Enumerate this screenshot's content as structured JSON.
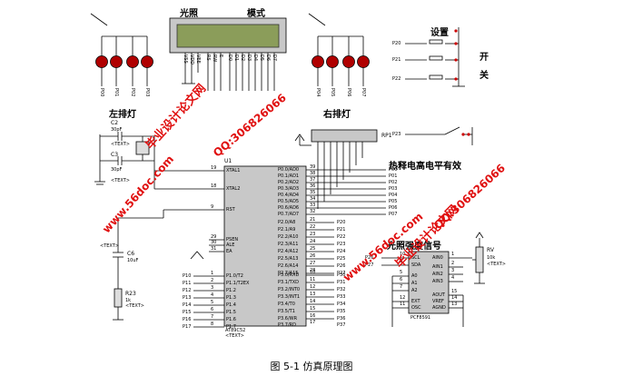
{
  "titles": {
    "light": "光照",
    "mode": "模式",
    "left_leds": "左排灯",
    "right_leds": "右排灯",
    "settings": "设置",
    "switch_top": "开",
    "switch_bottom": "关",
    "pir": "热释电高电平有效",
    "light_signal": "光照强度信号"
  },
  "caption": "图 5-1 仿真原理图",
  "watermarks": {
    "site1": "毕业设计论文网",
    "url1": "www.56doc.com",
    "qq1": "QQ:306826066",
    "url2": "www.56doc.com",
    "site2": "毕业设计论文网",
    "qq2": "QQ:306826066"
  },
  "lcd": {
    "pins": [
      "VSS",
      "VDD",
      "VEE",
      "RS",
      "RW",
      "E",
      "D0",
      "D1",
      "D2",
      "D3",
      "D4",
      "D5",
      "D6",
      "D7"
    ]
  },
  "left_led_pins": [
    "P00",
    "P01",
    "P02",
    "P03"
  ],
  "right_led_pins": [
    "P04",
    "P05",
    "P06",
    "P07"
  ],
  "mcu": {
    "ref": "U1",
    "part": "AT89C52",
    "left_pins": [
      {
        "num": "19",
        "name": "XTAL1"
      },
      {
        "num": "18",
        "name": "XTAL2"
      },
      {
        "num": "9",
        "name": "RST"
      },
      {
        "num": "29",
        "name": "PSEN"
      },
      {
        "num": "30",
        "name": "ALE"
      },
      {
        "num": "31",
        "name": "EA"
      },
      {
        "num": "1",
        "name": "P1.0/T2"
      },
      {
        "num": "2",
        "name": "P1.1/T2EX"
      },
      {
        "num": "3",
        "name": "P1.2"
      },
      {
        "num": "4",
        "name": "P1.3"
      },
      {
        "num": "5",
        "name": "P1.4"
      },
      {
        "num": "6",
        "name": "P1.5"
      },
      {
        "num": "7",
        "name": "P1.6"
      },
      {
        "num": "8",
        "name": "P1.7"
      }
    ],
    "right_pins_p0": [
      {
        "num": "39",
        "name": "P0.0/AD0"
      },
      {
        "num": "38",
        "name": "P0.1/AD1"
      },
      {
        "num": "37",
        "name": "P0.2/AD2"
      },
      {
        "num": "36",
        "name": "P0.3/AD3"
      },
      {
        "num": "35",
        "name": "P0.4/AD4"
      },
      {
        "num": "34",
        "name": "P0.5/AD5"
      },
      {
        "num": "33",
        "name": "P0.6/AD6"
      },
      {
        "num": "32",
        "name": "P0.7/AD7"
      }
    ],
    "right_pins_p2": [
      {
        "num": "21",
        "name": "P2.0/A8"
      },
      {
        "num": "22",
        "name": "P2.1/A9"
      },
      {
        "num": "23",
        "name": "P2.2/A10"
      },
      {
        "num": "24",
        "name": "P2.3/A11"
      },
      {
        "num": "25",
        "name": "P2.4/A12"
      },
      {
        "num": "26",
        "name": "P2.5/A13"
      },
      {
        "num": "27",
        "name": "P2.6/A14"
      },
      {
        "num": "28",
        "name": "P2.7/A15"
      }
    ],
    "right_pins_p3": [
      {
        "num": "10",
        "name": "P3.0/RXD"
      },
      {
        "num": "11",
        "name": "P3.1/TXD"
      },
      {
        "num": "12",
        "name": "P3.2/INT0"
      },
      {
        "num": "13",
        "name": "P3.3/INT1"
      },
      {
        "num": "14",
        "name": "P3.4/T0"
      },
      {
        "num": "15",
        "name": "P3.5/T1"
      },
      {
        "num": "16",
        "name": "P3.6/WR"
      },
      {
        "num": "17",
        "name": "P3.7/RD"
      }
    ]
  },
  "p0_net_labels": [
    "P00",
    "P01",
    "P02",
    "P03",
    "P04",
    "P05",
    "P06",
    "P07"
  ],
  "p2_net_labels": [
    "P20",
    "P21",
    "P22",
    "P23",
    "P24",
    "P25",
    "P26",
    "P27"
  ],
  "p3_net_labels": [
    "P30",
    "P31",
    "P32",
    "P33",
    "P34",
    "P35",
    "P36",
    "P37"
  ],
  "p1_net_labels": [
    "P10",
    "P11",
    "P12",
    "P13",
    "P14",
    "P15",
    "P16",
    "P17"
  ],
  "switch_labels": [
    "P20",
    "P21",
    "P22"
  ],
  "pir_label": "P23",
  "rp1": "RP1",
  "caps": {
    "c2": "C2",
    "c2v": "30pF",
    "c3": "C3",
    "c3v": "30pF",
    "c6": "C6",
    "c6v": "10uF",
    "text": "<TEXT>"
  },
  "r23": "R23",
  "r23v": "1k",
  "adc": {
    "ref": "PCF8591",
    "left": [
      "SCL",
      "SDA",
      "A0",
      "A1",
      "A2",
      "EXT",
      "OSC"
    ],
    "right": [
      "AIN0",
      "AIN1",
      "AIN2",
      "AIN3",
      "AOUT",
      "VREF",
      "AGND"
    ],
    "lnum": [
      "10",
      "9",
      "5",
      "6",
      "7",
      "12",
      "11"
    ],
    "rnum": [
      "1",
      "2",
      "3",
      "4",
      "15",
      "14",
      "13"
    ],
    "net": [
      "P26",
      "P27"
    ]
  },
  "rv": {
    "ref": "RV",
    "val": "10k"
  }
}
